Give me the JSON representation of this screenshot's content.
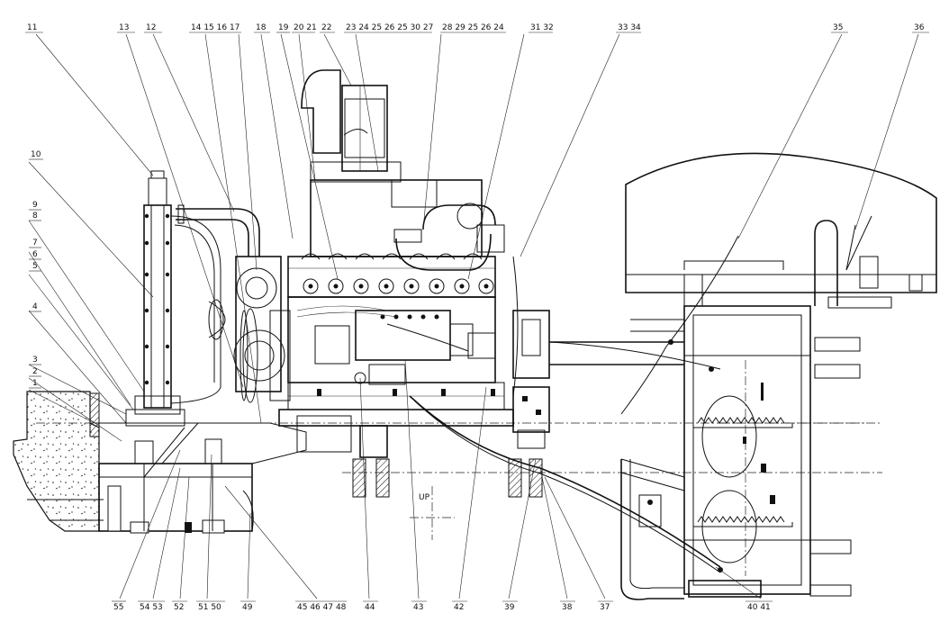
{
  "labels": {
    "l1": "1",
    "l2": "2",
    "l3": "3",
    "l4": "4",
    "l5": "5",
    "l6": "6",
    "l7": "7",
    "l8": "8",
    "l9": "9",
    "l10": "10",
    "l11": "11",
    "l12": "12",
    "l13": "13",
    "l14": "14 15 16 17",
    "l18": "18",
    "l19": "19",
    "l20": "20 21",
    "l22": "22",
    "l23": "23 24 25 26 25 30 27",
    "l28": "28 29 25 26 24",
    "l31": "31 32",
    "l33": "33 34",
    "l35": "35",
    "l36": "36",
    "l37": "37",
    "l38": "38",
    "l39": "39",
    "l40": "40 41",
    "l42": "42",
    "l43": "43",
    "l44": "44",
    "l45": "45 46 47 48",
    "l49": "49",
    "l50": "51 50",
    "l52": "52",
    "l53": "54 53",
    "l55": "55",
    "mark_up": "UP"
  }
}
